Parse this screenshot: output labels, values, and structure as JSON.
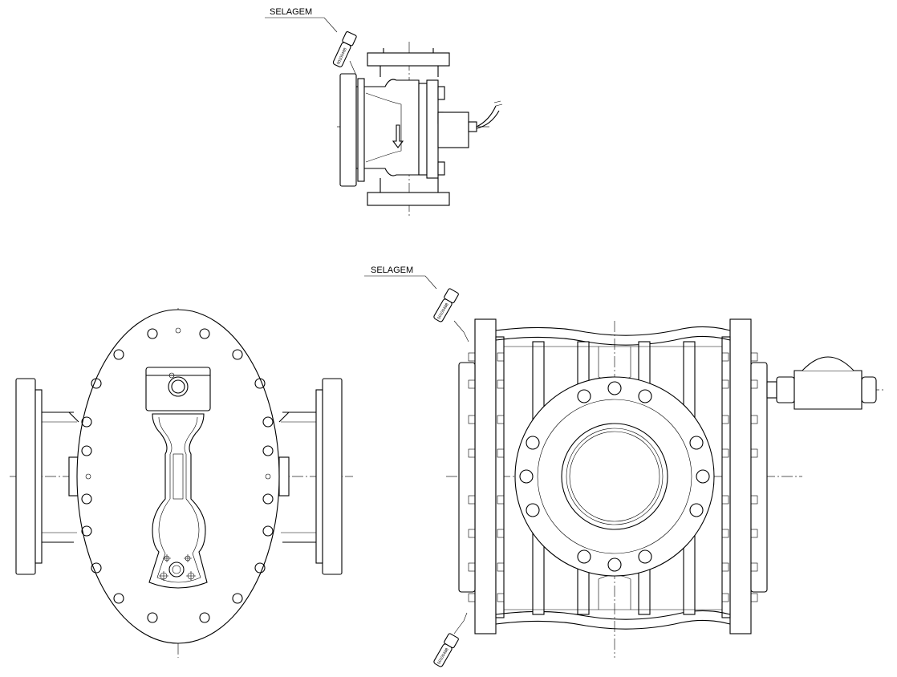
{
  "labels": {
    "seal_top": "SELAGEM",
    "seal_side": "SELAGEM",
    "seal_tag_code": "00100488"
  },
  "views": {
    "top": "top-view",
    "front": "front-view",
    "side": "side-view"
  }
}
